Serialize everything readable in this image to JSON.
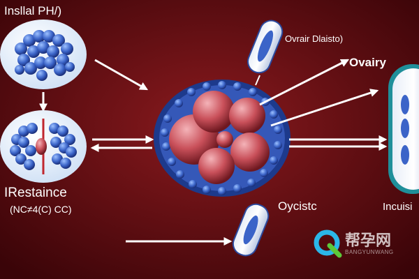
{
  "colors": {
    "bg_center": "#7a1216",
    "bg_edge": "#3a0408",
    "cell_blue": "#3b64c8",
    "cell_red": "#c9505a",
    "arrow": "#ffffff",
    "accent_teal": "#1f8f9a"
  },
  "labels": {
    "top_left": "Insllal PH/)",
    "resistance": "IRestaince",
    "formula": "(NC≠4(C) CC)",
    "capsule_top": "Ovrair Dlaisto)",
    "ovary": "Ovairy",
    "oycistc": "Oycistc",
    "incusis": "Incuisi"
  },
  "watermark": {
    "cn": "帮孕网",
    "en": "BANGYUNWANG"
  },
  "icons": {
    "logo": "q-logo-icon"
  }
}
